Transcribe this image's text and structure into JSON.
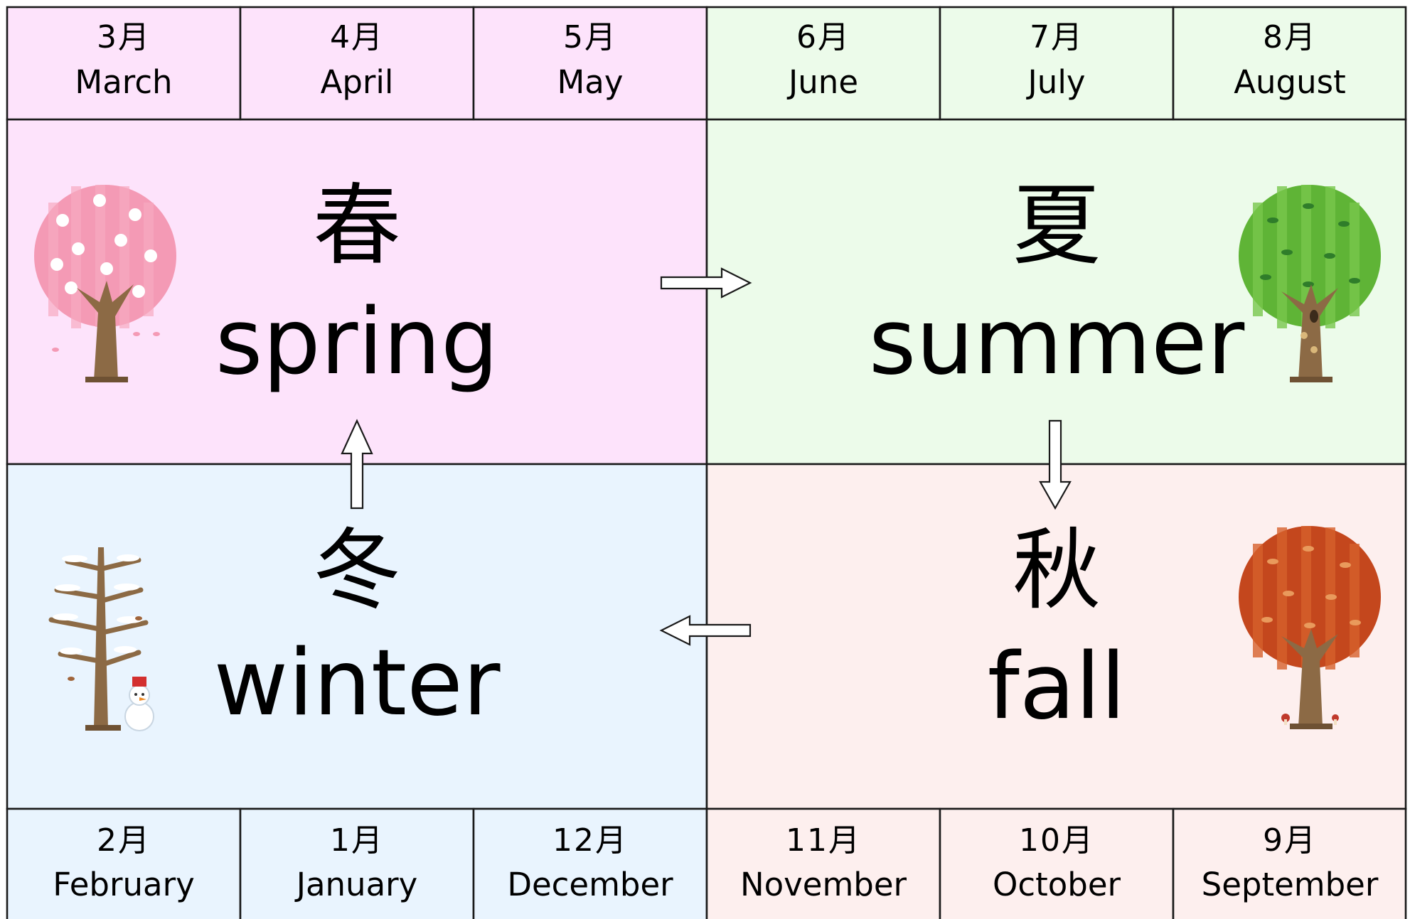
{
  "colors": {
    "spring": "#fde3fb",
    "summer": "#ecfbea",
    "fall": "#fdefee",
    "winter": "#e9f4fe",
    "border": "#1a1a1a"
  },
  "months_top": [
    {
      "jp": "3月",
      "en": "March"
    },
    {
      "jp": "4月",
      "en": "April"
    },
    {
      "jp": "5月",
      "en": "May"
    },
    {
      "jp": "6月",
      "en": "June"
    },
    {
      "jp": "7月",
      "en": "July"
    },
    {
      "jp": "8月",
      "en": "August"
    }
  ],
  "months_bottom": [
    {
      "jp": "2月",
      "en": "February"
    },
    {
      "jp": "1月",
      "en": "January"
    },
    {
      "jp": "12月",
      "en": "December"
    },
    {
      "jp": "11月",
      "en": "November"
    },
    {
      "jp": "10月",
      "en": "October"
    },
    {
      "jp": "9月",
      "en": "September"
    }
  ],
  "seasons": {
    "spring": {
      "kanji": "春",
      "word": "spring",
      "icon": "cherry-blossom-tree"
    },
    "summer": {
      "kanji": "夏",
      "word": "summer",
      "icon": "green-tree-with-cicada"
    },
    "fall": {
      "kanji": "秋",
      "word": "fall",
      "icon": "autumn-red-tree"
    },
    "winter": {
      "kanji": "冬",
      "word": "winter",
      "icon": "bare-snowy-tree-with-snowman"
    }
  },
  "cycle_arrows": [
    "spring-to-summer",
    "summer-to-fall",
    "fall-to-winter",
    "winter-to-spring"
  ]
}
